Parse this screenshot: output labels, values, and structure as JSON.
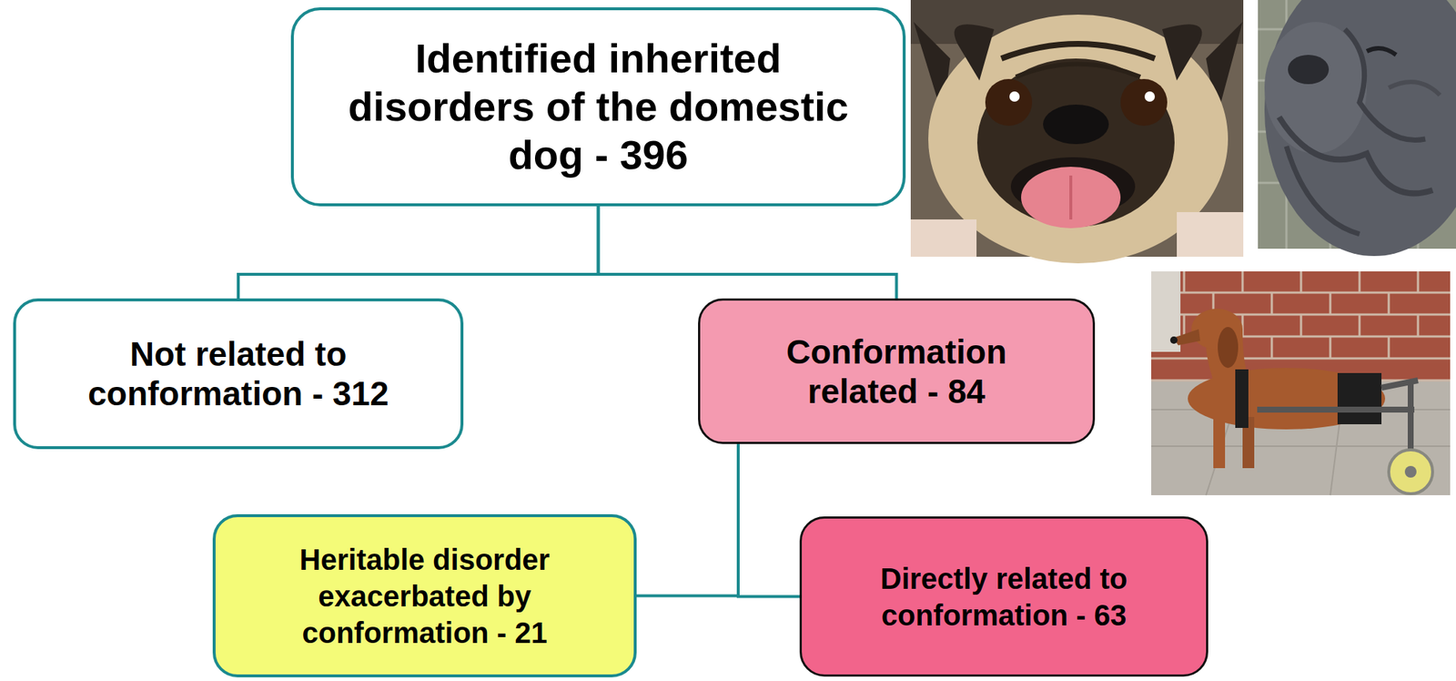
{
  "diagram": {
    "nodes": [
      {
        "text": [
          "Identified inherited disorders of the domestic dog - 396"
        ]
      },
      {
        "text": [
          "Not related to conformation - 312"
        ]
      },
      {
        "text": [
          "Conformation related - 84"
        ]
      },
      {
        "text": [
          "Heritable disorder exacerbated by conformation - 21"
        ]
      },
      {
        "text": [
          "Directly related to conformation - 63"
        ]
      }
    ],
    "edges": [
      {
        "from": 0,
        "to": 1,
        "arrow": "none"
      },
      {
        "from": 0,
        "to": 2,
        "arrow": "none"
      },
      {
        "from": 2,
        "to": 3,
        "arrow": "none"
      },
      {
        "from": 2,
        "to": 4,
        "arrow": "none"
      }
    ]
  }
}
